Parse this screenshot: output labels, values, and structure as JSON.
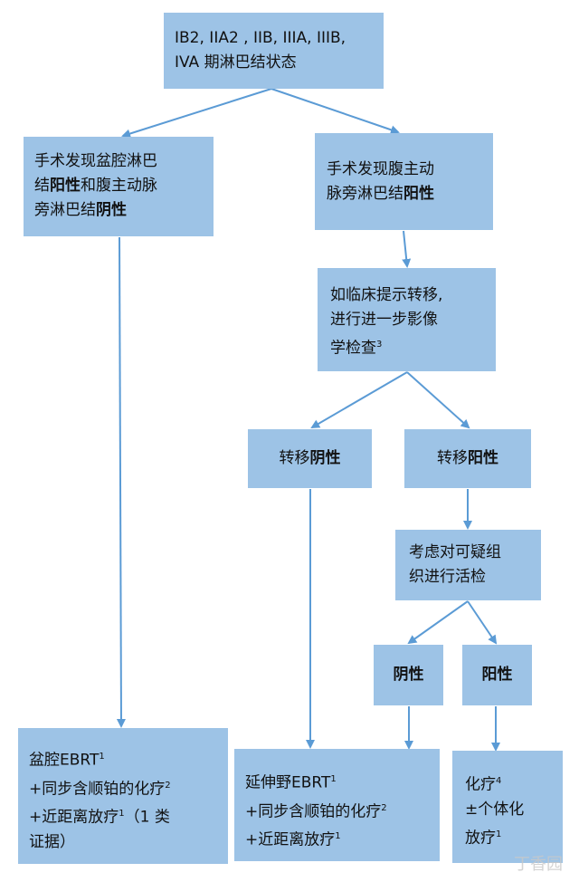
{
  "colors": {
    "box": "#9dc3e6",
    "arrow": "#5b9bd5",
    "text": "#111111"
  },
  "nodes": {
    "root": {
      "line1": "IB2, IIA2 , IIB,  IIIA, IIIB,",
      "line2": "IVA 期淋巴结状态"
    },
    "pelvic_pos_aortic_neg": {
      "line1": "手术发现盆腔淋巴",
      "line2_a": "结",
      "line2_b": "阳性",
      "line2_c": "和腹主动脉",
      "line3_a": "旁淋巴结",
      "line3_b": "阴性"
    },
    "aortic_pos": {
      "line1": "手术发现腹主动",
      "line2_a": "脉旁淋巴结",
      "line2_b": "阳性"
    },
    "imaging": {
      "line1": "如临床提示转移,",
      "line2": "进行进一步影像",
      "line3": "学检查",
      "sup": "3"
    },
    "metastasis_neg": {
      "prefix": "转移",
      "bold": "阴性"
    },
    "metastasis_pos": {
      "prefix": "转移",
      "bold": "阳性"
    },
    "biopsy": {
      "line1": "考虑对可疑组",
      "line2": "织进行活检"
    },
    "biopsy_neg": {
      "bold": "阴性"
    },
    "biopsy_pos": {
      "bold": "阳性"
    },
    "tx_pelvic": {
      "line1": "盆腔EBRT",
      "line1_sup": "1",
      "line2": "+同步含顺铂的化疗",
      "line2_sup": "2",
      "line3": "+近距离放疗",
      "line3_sup": "1",
      "line3_tail": "（1 类",
      "line4": "证据）"
    },
    "tx_extended": {
      "line1": "延伸野EBRT",
      "line1_sup": "1",
      "line2": "+同步含顺铂的化疗",
      "line2_sup": "2",
      "line3": "+近距离放疗",
      "line3_sup": "1"
    },
    "tx_chemo": {
      "line1": "化疗",
      "line1_sup": "4",
      "line2": "±个体化",
      "line3": "放疗",
      "line3_sup": "1"
    }
  },
  "watermark": "丁香园"
}
